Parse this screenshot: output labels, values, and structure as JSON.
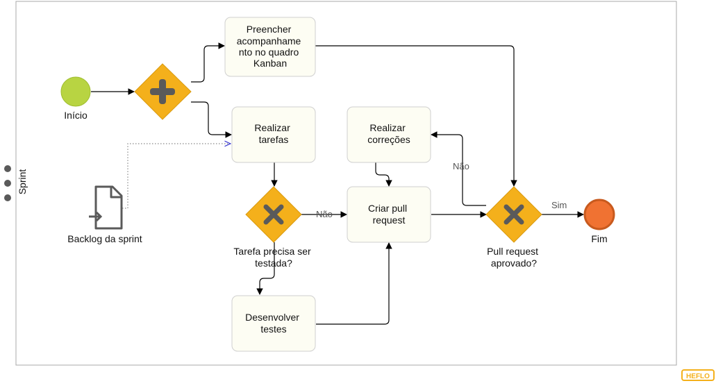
{
  "pool": {
    "label": "Sprint"
  },
  "events": {
    "start": {
      "label": "Início",
      "color": "#b8d442"
    },
    "end": {
      "label": "Fim",
      "color": "#f07232"
    }
  },
  "tasks": {
    "kanban": {
      "lines": [
        "Preencher",
        "acompanhame",
        "nto no quadro",
        "Kanban"
      ]
    },
    "realizar_tarefas": {
      "lines": [
        "Realizar",
        "tarefas"
      ]
    },
    "realizar_correcoes": {
      "lines": [
        "Realizar",
        "correções"
      ]
    },
    "criar_pull_request": {
      "lines": [
        "Criar pull",
        "request"
      ]
    },
    "desenvolver_testes": {
      "lines": [
        "Desenvolver",
        "testes"
      ]
    }
  },
  "gateways": {
    "parallel": {
      "label": ""
    },
    "tarefa_testada": {
      "lines": [
        "Tarefa precisa ser",
        "testada?"
      ]
    },
    "pull_aprovado": {
      "lines": [
        "Pull request",
        "aprovado?"
      ]
    }
  },
  "data_object": {
    "label": "Backlog da sprint"
  },
  "flow_labels": {
    "nao_1": "Não",
    "nao_2": "Não",
    "sim": "Sim"
  },
  "brand": {
    "logo_text": "HEFLO",
    "color": "#f4b01b"
  },
  "colors": {
    "gateway": "#f4b01b",
    "task_fill": "#fdfdf3"
  }
}
